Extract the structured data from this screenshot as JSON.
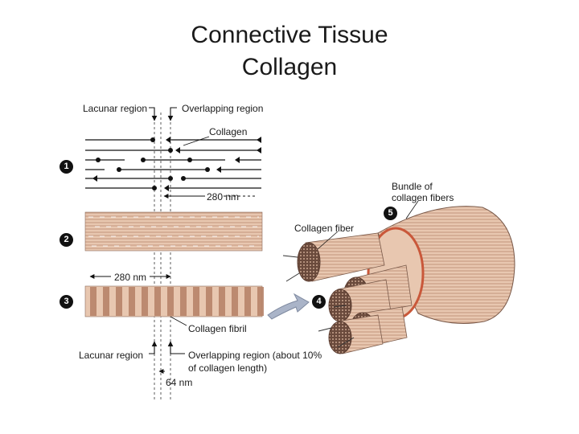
{
  "slide": {
    "title_line1": "Connective Tissue",
    "title_line2": "Collagen"
  },
  "figure": {
    "labels": {
      "lacunar_top": "Lacunar region",
      "overlapping_top": "Overlapping region",
      "collagen": "Collagen",
      "dist_280_top": "280 nm",
      "dist_280_mid": "280 nm",
      "collagen_fibril": "Collagen fibril",
      "lacunar_bottom": "Lacunar region",
      "overlapping_bottom_1": "Overlapping region (about 10%",
      "overlapping_bottom_2": "of collagen length)",
      "dist_64": "64 nm",
      "collagen_fiber": "Collagen fiber",
      "bundle_1": "Bundle of",
      "bundle_2": "collagen fibers"
    },
    "steps": [
      "1",
      "2",
      "3",
      "4",
      "5"
    ],
    "colors": {
      "fiber_fill": "#e8c7b0",
      "fiber_stripe": "#b98870",
      "bundle_sheath": "#c9583a",
      "fibril_band_dark": "#b58066",
      "arrow_fill": "#aab4c8"
    }
  }
}
